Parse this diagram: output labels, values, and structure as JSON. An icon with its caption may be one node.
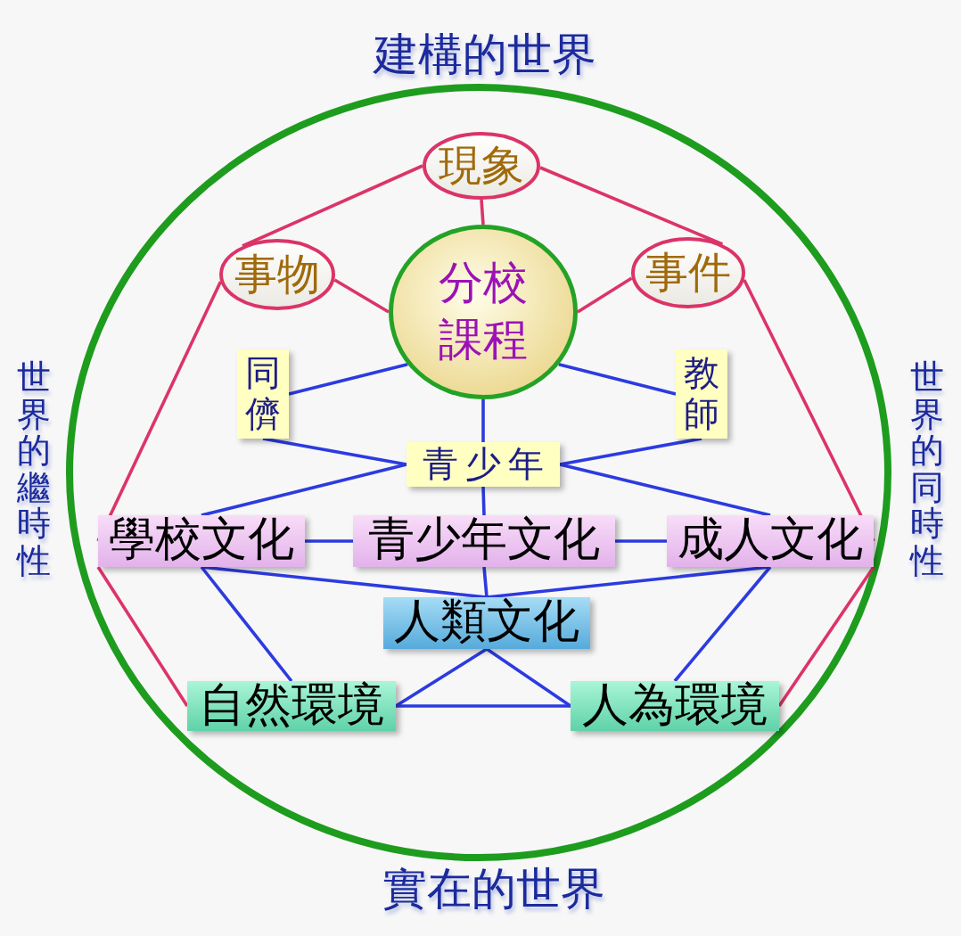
{
  "diagram": {
    "nodes": [
      {
        "text": [],
        "shape": "circle"
      },
      {
        "text": [
          "現象"
        ],
        "in": 0
      },
      {
        "text": [
          "事物"
        ],
        "in": 0
      },
      {
        "text": [
          "分校課程"
        ],
        "in": 0
      },
      {
        "text": [
          "事件"
        ],
        "in": 0
      },
      {
        "text": [
          "同儕"
        ],
        "in": 0
      },
      {
        "text": [
          "教師"
        ],
        "in": 0
      },
      {
        "text": [
          "青少年"
        ],
        "in": 0
      },
      {
        "text": [
          "學校文化"
        ],
        "in": 0
      },
      {
        "text": [
          "青少年文化"
        ],
        "in": 0
      },
      {
        "text": [
          "成人文化"
        ],
        "in": 0
      },
      {
        "text": [
          "人類文化"
        ],
        "in": 0
      },
      {
        "text": [
          "自然環境"
        ],
        "in": 0
      },
      {
        "text": [
          "人為環境"
        ],
        "in": 0
      }
    ],
    "edges": [
      {
        "from": 1,
        "to": 2,
        "arrow": "none",
        "color": "#dc3468"
      },
      {
        "from": 1,
        "to": 4,
        "arrow": "none",
        "color": "#dc3468"
      },
      {
        "from": 1,
        "to": 3,
        "arrow": "none",
        "color": "#dc3468"
      },
      {
        "from": 2,
        "to": 3,
        "arrow": "none",
        "color": "#dc3468"
      },
      {
        "from": 4,
        "to": 3,
        "arrow": "none",
        "color": "#dc3468"
      },
      {
        "from": 2,
        "to": 8,
        "arrow": "none",
        "color": "#dc3468"
      },
      {
        "from": 8,
        "to": 12,
        "arrow": "none",
        "color": "#dc3468"
      },
      {
        "from": 4,
        "to": 10,
        "arrow": "none",
        "color": "#dc3468"
      },
      {
        "from": 10,
        "to": 13,
        "arrow": "none",
        "color": "#dc3468"
      },
      {
        "from": 3,
        "to": 5,
        "arrow": "none"
      },
      {
        "from": 3,
        "to": 6,
        "arrow": "none"
      },
      {
        "from": 3,
        "to": 7,
        "arrow": "none"
      },
      {
        "from": 5,
        "to": 7,
        "arrow": "none"
      },
      {
        "from": 6,
        "to": 7,
        "arrow": "none"
      },
      {
        "from": 7,
        "to": 8,
        "arrow": "none"
      },
      {
        "from": 7,
        "to": 10,
        "arrow": "none"
      },
      {
        "from": 7,
        "to": 9,
        "arrow": "none"
      },
      {
        "from": 8,
        "to": 9,
        "arrow": "none"
      },
      {
        "from": 9,
        "to": 10,
        "arrow": "none"
      },
      {
        "from": 8,
        "to": 11,
        "arrow": "none"
      },
      {
        "from": 10,
        "to": 11,
        "arrow": "none"
      },
      {
        "from": 9,
        "to": 11,
        "arrow": "none"
      },
      {
        "from": 8,
        "to": 12,
        "arrow": "none"
      },
      {
        "from": 10,
        "to": 13,
        "arrow": "none"
      },
      {
        "from": 11,
        "to": 12,
        "arrow": "none"
      },
      {
        "from": 11,
        "to": 13,
        "arrow": "none"
      },
      {
        "from": 12,
        "to": 13,
        "arrow": "none"
      }
    ],
    "labels": [
      "建構的世界",
      "世界的繼時性",
      "世界的同時性",
      "實在的世界"
    ]
  }
}
